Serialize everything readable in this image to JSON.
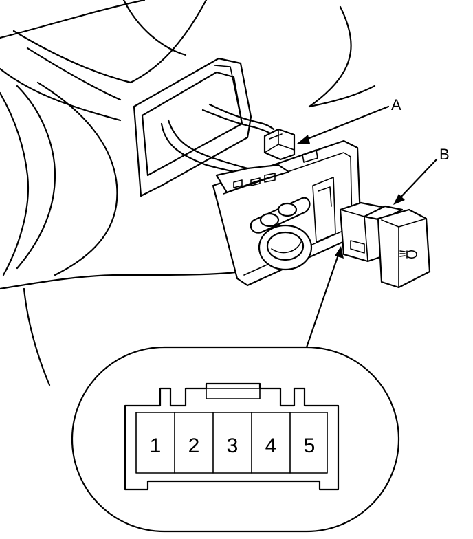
{
  "callouts": {
    "a": "A",
    "b": "B"
  },
  "connector": {
    "pins": [
      "1",
      "2",
      "3",
      "4",
      "5"
    ]
  },
  "icons": {
    "switch_symbol": "fog-light-icon"
  }
}
